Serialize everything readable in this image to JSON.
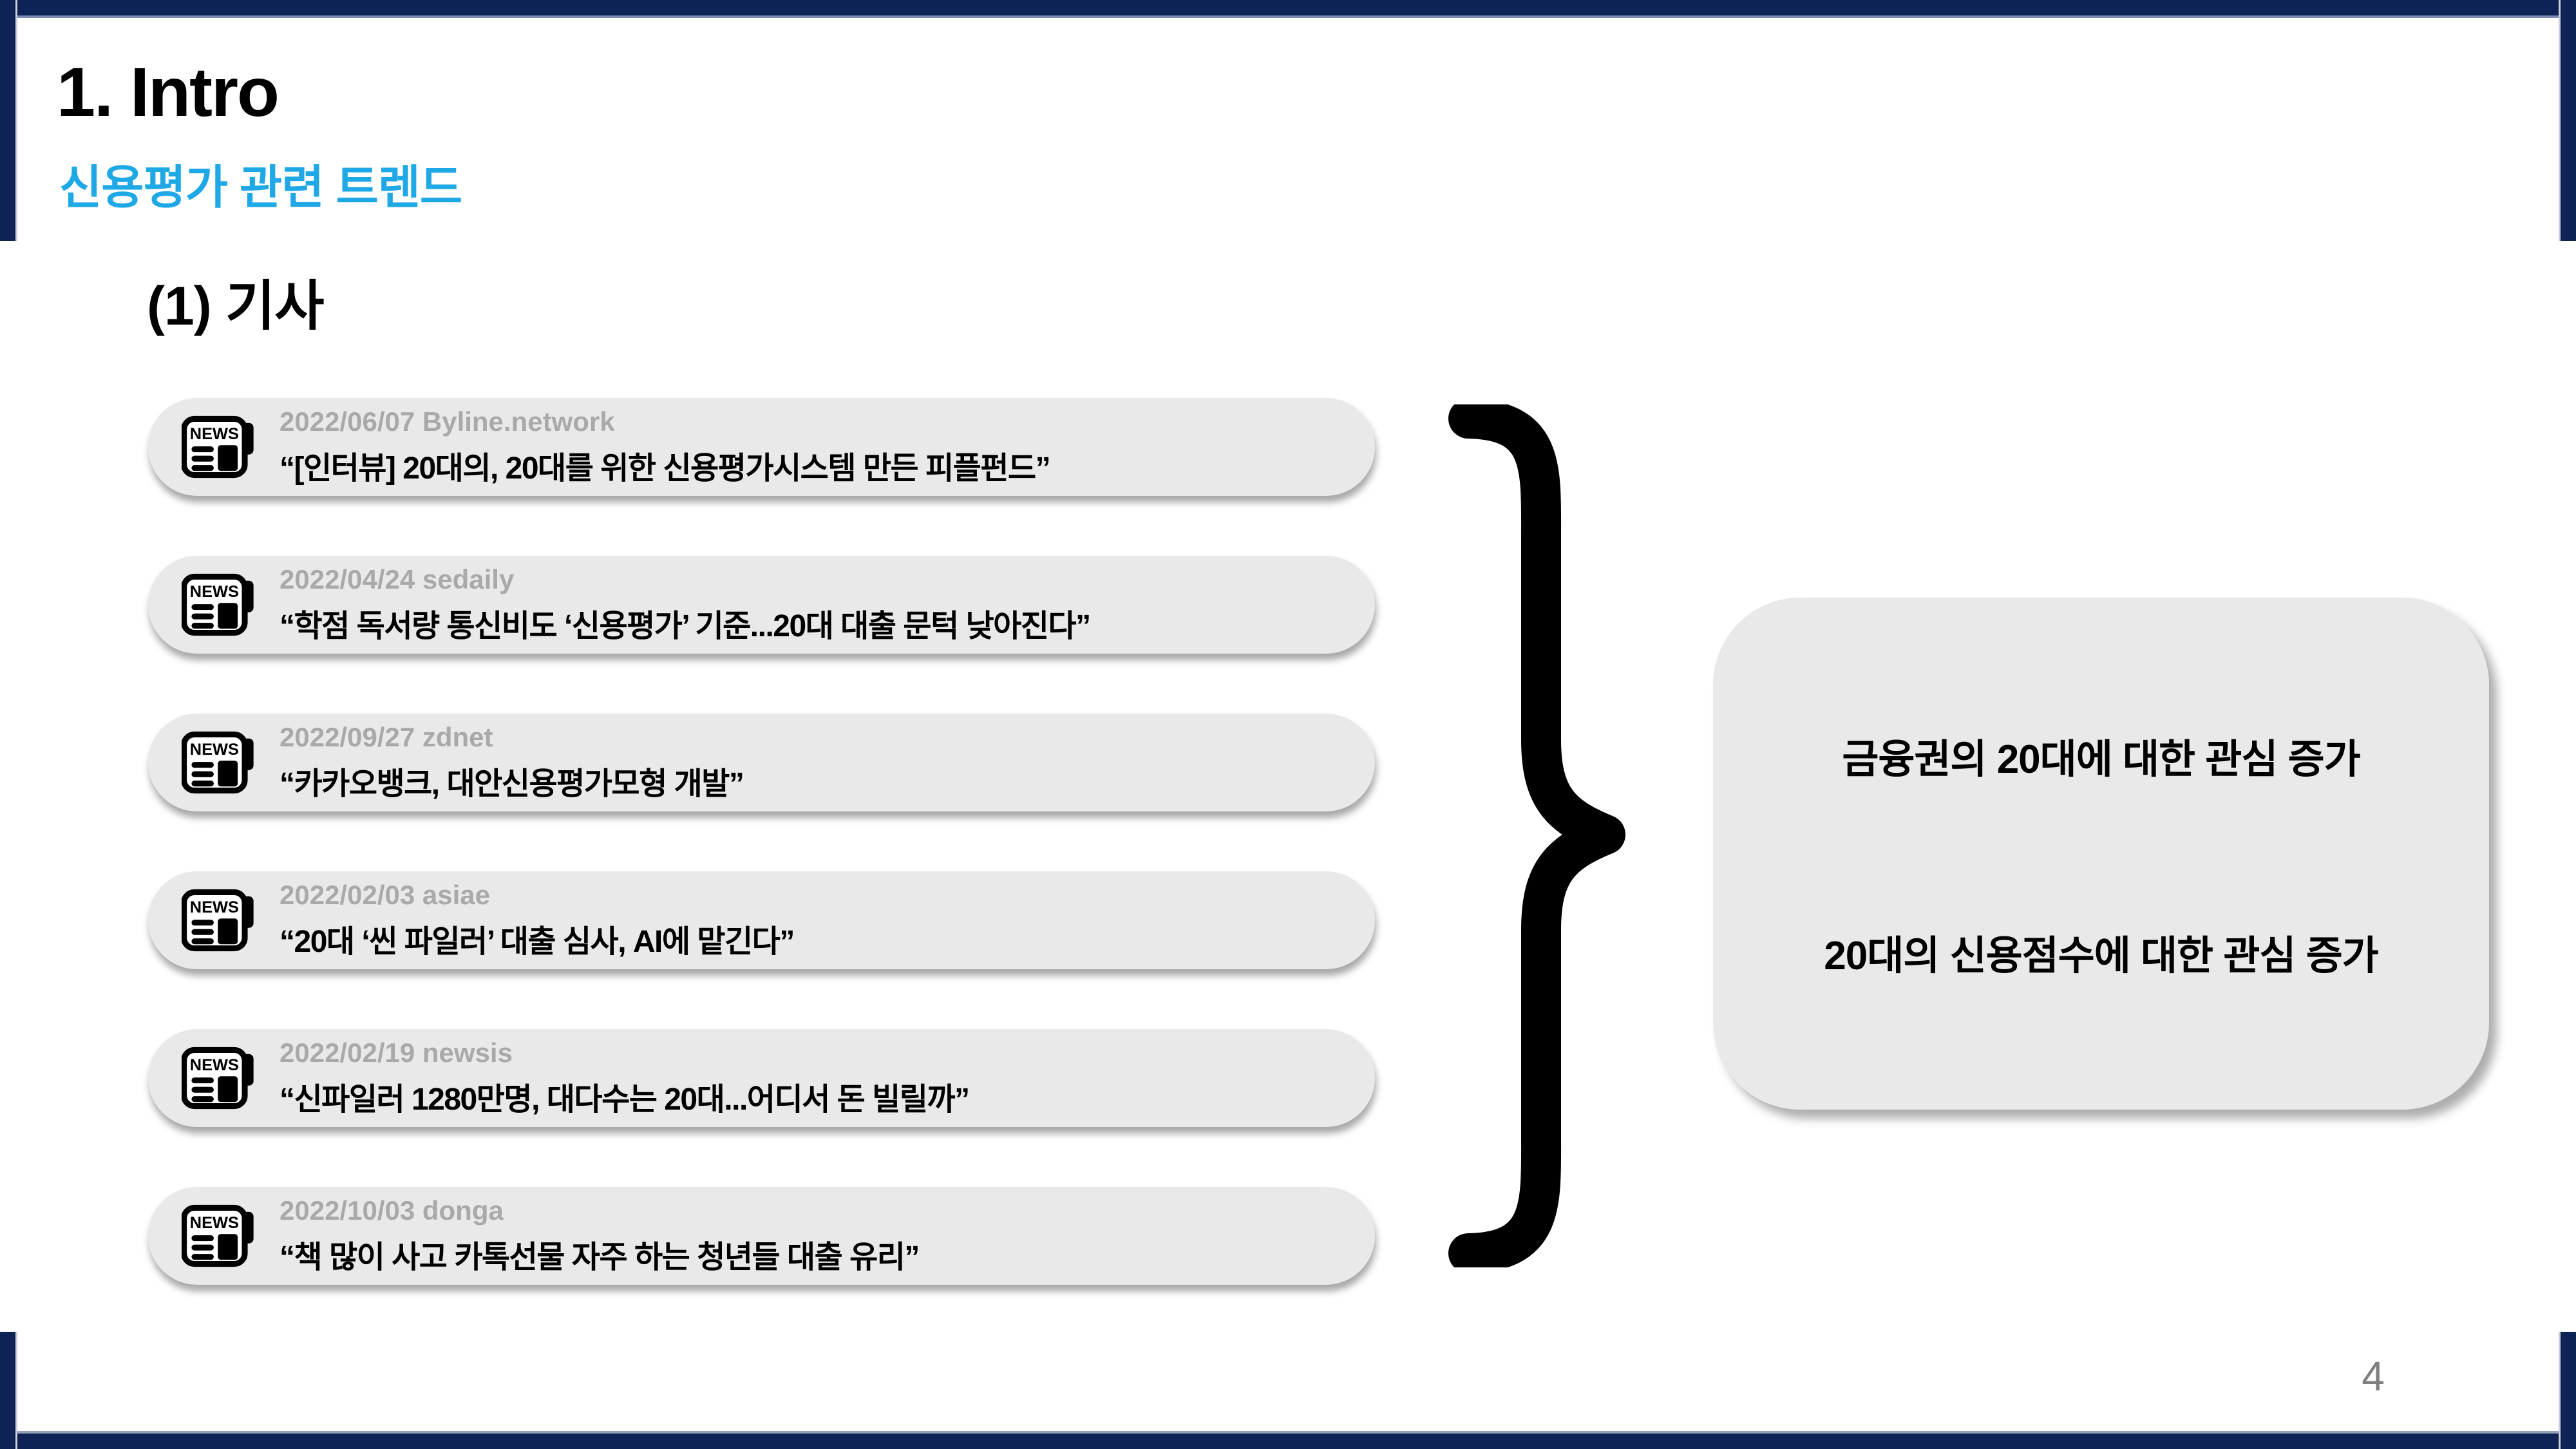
{
  "slide": {
    "title": "1. Intro",
    "subtitle": "신용평가 관련 트렌드",
    "section_heading": "(1) 기사",
    "page_number": "4"
  },
  "news_icon": {
    "label": "NEWS"
  },
  "news_items": [
    {
      "date_source": "2022/06/07 Byline.network",
      "headline": "“[인터뷰] 20대의, 20대를 위한 신용평가시스템 만든 피플펀드”"
    },
    {
      "date_source": "2022/04/24 sedaily",
      "headline": "“학점 독서량 통신비도 ‘신용평가’ 기준...20대 대출 문턱 낮아진다”"
    },
    {
      "date_source": "2022/09/27 zdnet",
      "headline": "“카카오뱅크, 대안신용평가모형 개발”"
    },
    {
      "date_source": "2022/02/03 asiae",
      "headline": "“20대 ‘씬 파일러’ 대출 심사, AI에 맡긴다”"
    },
    {
      "date_source": "2022/02/19 newsis",
      "headline": "“신파일러 1280만명, 대다수는 20대...어디서 돈 빌릴까”"
    },
    {
      "date_source": "2022/10/03 donga",
      "headline": "“책 많이 사고 카톡선물 자주 하는 청년들 대출 유리”"
    }
  ],
  "conclusion": {
    "line1": "금융권의 20대에 대한 관심 증가",
    "line2": "20대의 신용점수에 대한 관심 증가"
  },
  "colors": {
    "frame_navy": "#0D2255",
    "accent_cyan": "#1EA8E6",
    "pill_background": "#E9E9E9",
    "date_gray": "#A9A9A9",
    "page_number_gray": "#7F7F7F",
    "text_black": "#000000"
  }
}
